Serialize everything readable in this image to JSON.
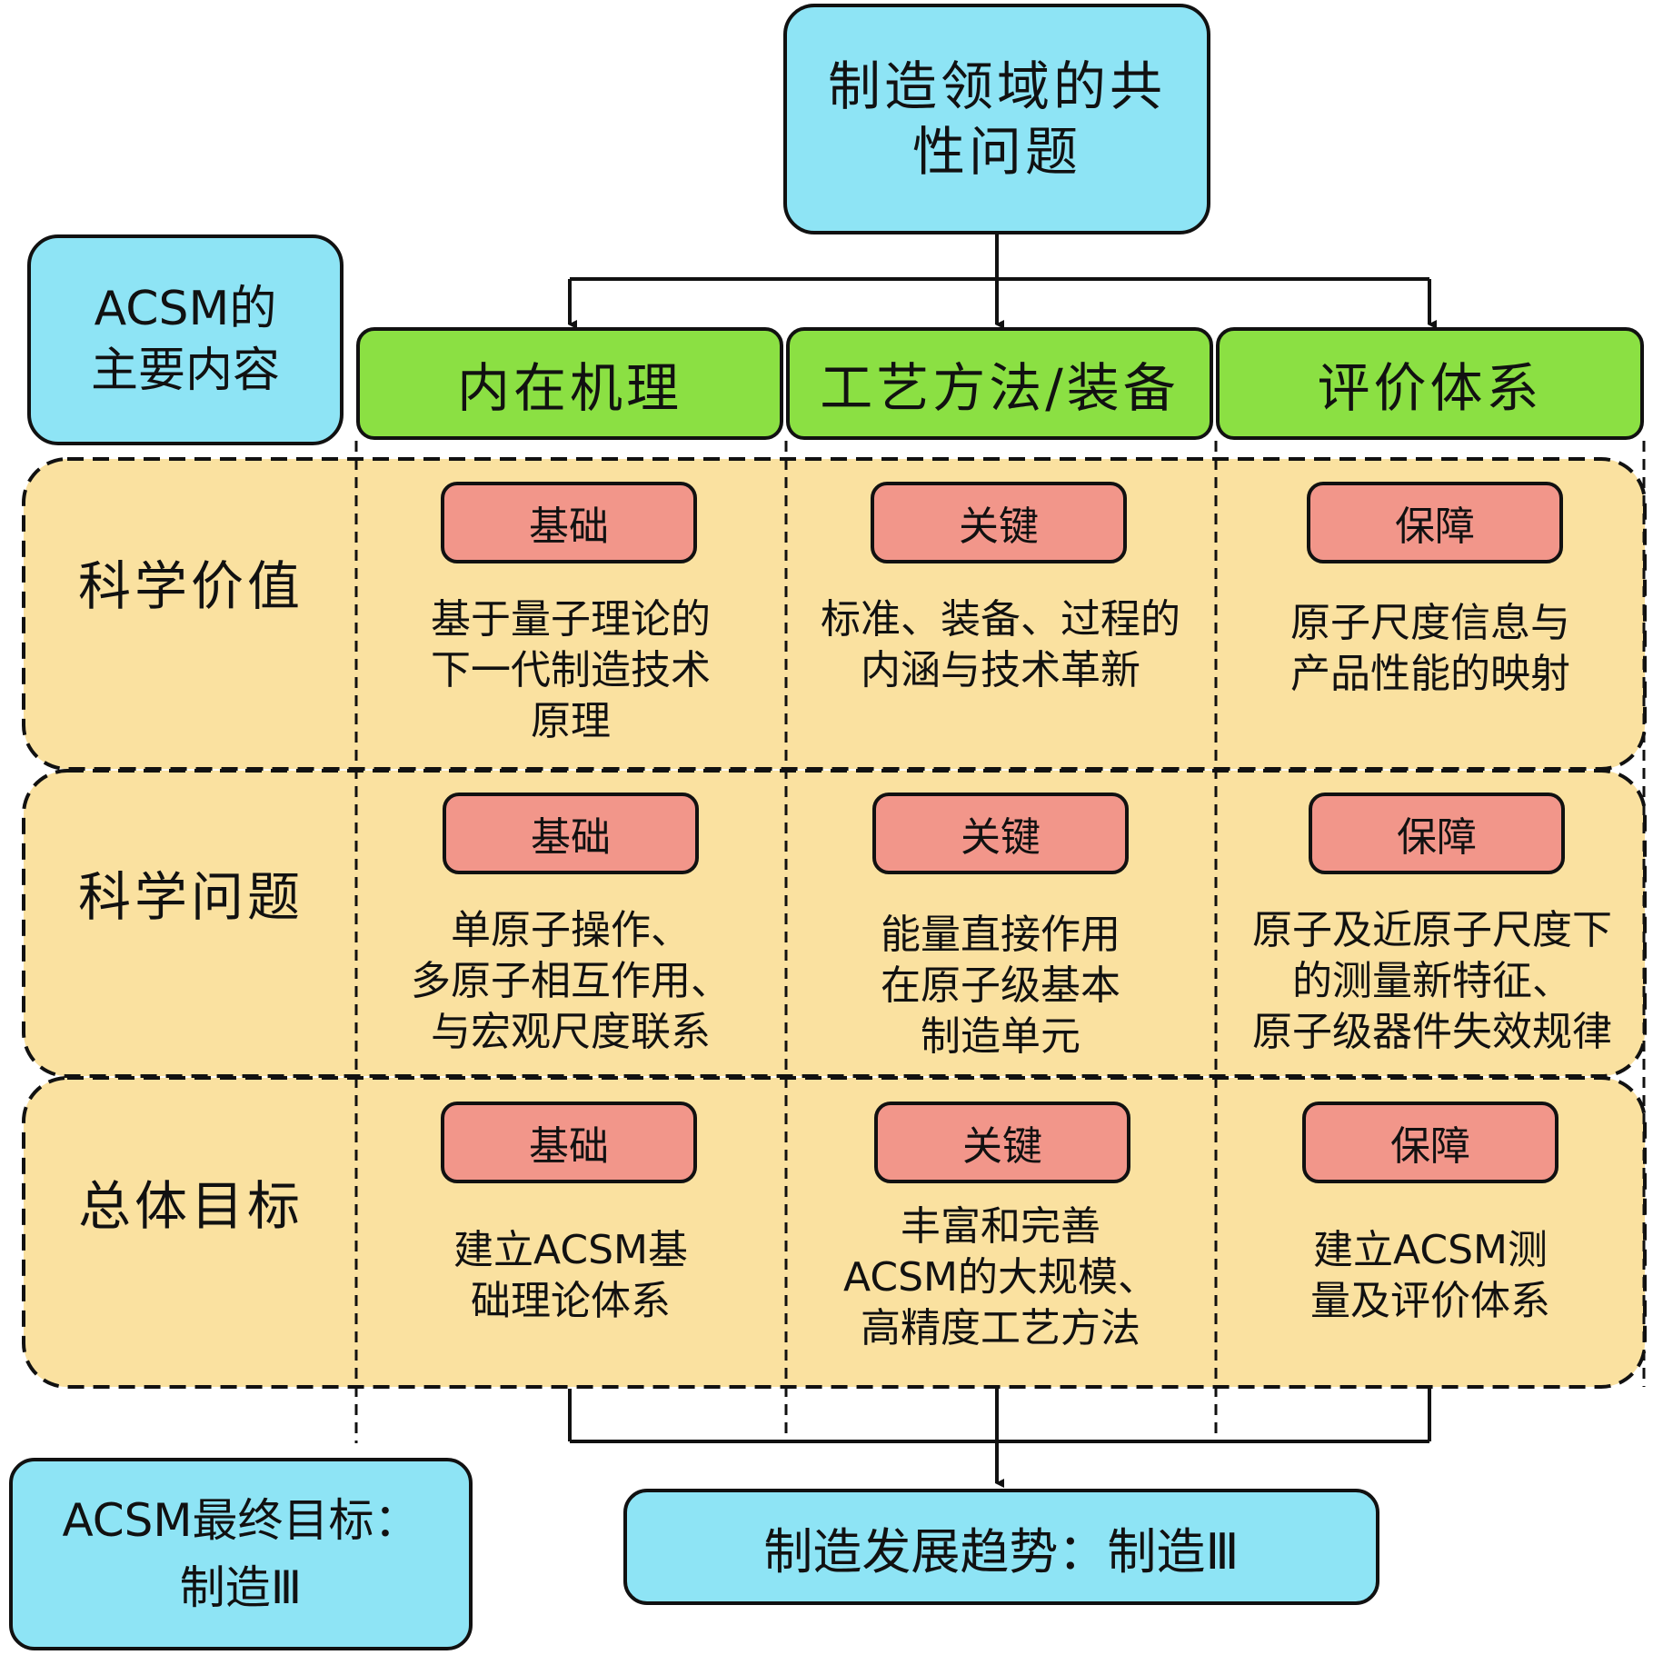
{
  "top": {
    "title": "制造领域的共\n性问题"
  },
  "side_label": "ACSM的\n主要内容",
  "columns": [
    {
      "label": "内在机理"
    },
    {
      "label": "工艺方法/装备"
    },
    {
      "label": "评价体系"
    }
  ],
  "rows": [
    {
      "label": "科学价值",
      "cells": [
        {
          "tag": "基础",
          "text": "基于量子理论的\n下一代制造技术\n原理"
        },
        {
          "tag": "关键",
          "text": "标准、装备、过程的\n内涵与技术革新"
        },
        {
          "tag": "保障",
          "text": "原子尺度信息与\n产品性能的映射"
        }
      ]
    },
    {
      "label": "科学问题",
      "cells": [
        {
          "tag": "基础",
          "text": "单原子操作、\n多原子相互作用、\n与宏观尺度联系"
        },
        {
          "tag": "关键",
          "text": "能量直接作用\n在原子级基本\n制造单元"
        },
        {
          "tag": "保障",
          "text": "原子及近原子尺度下\n的测量新特征、\n原子级器件失效规律"
        }
      ]
    },
    {
      "label": "总体目标",
      "cells": [
        {
          "tag": "基础",
          "text": "建立ACSM基\n础理论体系"
        },
        {
          "tag": "关键",
          "text": "丰富和完善\nACSM的大规模、\n高精度工艺方法"
        },
        {
          "tag": "保障",
          "text": "建立ACSM测\n量及评价体系"
        }
      ]
    }
  ],
  "final_goal": "ACSM最终目标：\n制造Ⅲ",
  "trend": "制造发展趋势：制造Ⅲ",
  "colors": {
    "cyan_fill": "#8ee4f5",
    "green_fill": "#8be043",
    "salmon_fill": "#f2968a",
    "row_fill": "#fae1a0"
  }
}
